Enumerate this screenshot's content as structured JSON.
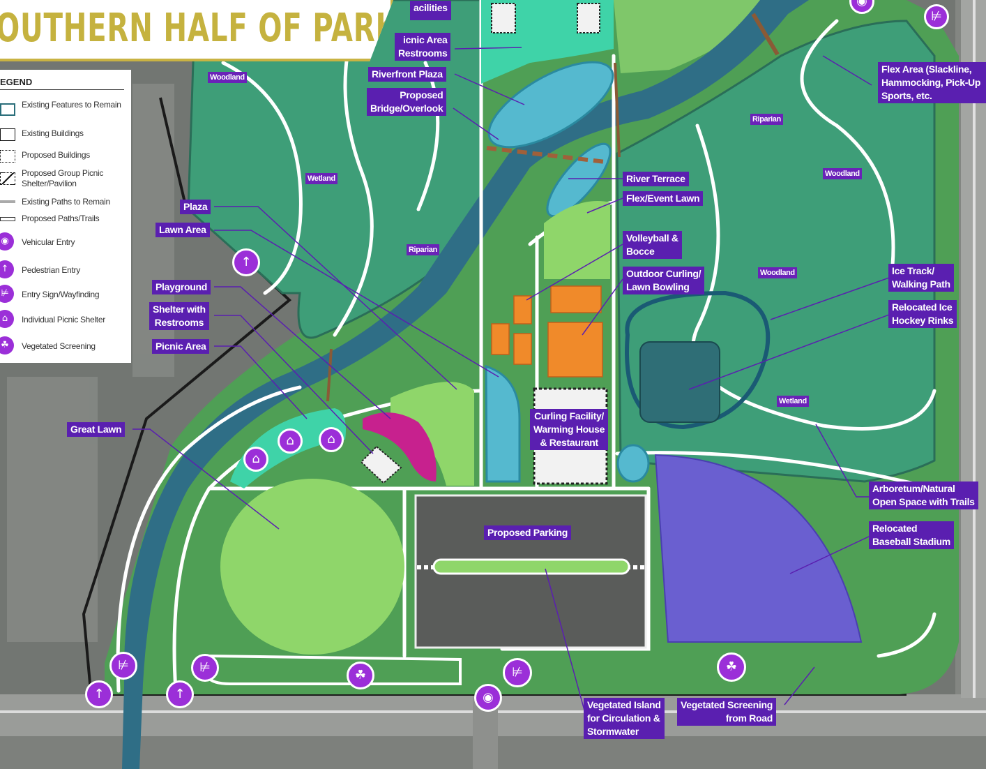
{
  "title": "OUTHERN HALF OF PARK",
  "legend": {
    "heading": "EGEND",
    "items": [
      {
        "label": "Existing Features to Remain",
        "icon": "outline-box-icon"
      },
      {
        "label": "Existing Buildings",
        "icon": "black-box-icon"
      },
      {
        "label": "Proposed Buildings",
        "icon": "dotted-box-icon"
      },
      {
        "label": "Proposed Group Picnic Shelter/Pavilion",
        "icon": "pavilion-icon"
      },
      {
        "label": "Existing Paths to Remain",
        "icon": "gray-line-icon"
      },
      {
        "label": "Proposed Paths/Trails",
        "icon": "white-line-icon"
      },
      {
        "label": "Vehicular Entry",
        "icon": "car-icon"
      },
      {
        "label": "Pedestrian Entry",
        "icon": "walker-icon"
      },
      {
        "label": "Entry Sign/Wayfinding",
        "icon": "signpost-icon"
      },
      {
        "label": "Individual Picnic Shelter",
        "icon": "picnic-shelter-icon"
      },
      {
        "label": "Vegetated Screening",
        "icon": "vegetation-icon"
      }
    ]
  },
  "callouts": {
    "facilities": "acilities",
    "picnic_area_restrooms": [
      "icnic Area",
      "Restrooms"
    ],
    "riverfront_plaza": "Riverfront Plaza",
    "proposed_bridge": [
      "Proposed",
      "Bridge/Overlook"
    ],
    "flex_area": [
      "Flex Area (Slackline,",
      "Hammocking, Pick-Up",
      "Sports, etc."
    ],
    "river_terrace": "River Terrace",
    "flex_event_lawn": "Flex/Event Lawn",
    "volleyball": [
      "Volleyball &",
      "Bocce"
    ],
    "outdoor_curling": [
      "Outdoor Curling/",
      "Lawn Bowling"
    ],
    "ice_track": [
      "Ice Track/",
      "Walking Path"
    ],
    "relocated_ice": [
      "Relocated Ice",
      "Hockey Rinks"
    ],
    "plaza": "Plaza",
    "lawn_area": "Lawn Area",
    "playground": "Playground",
    "shelter_restrooms": [
      "Shelter with",
      "Restrooms"
    ],
    "picnic_area": "Picnic Area",
    "great_lawn": "Great Lawn",
    "curling_facility": [
      "Curling Facility/",
      "Warming House",
      "& Restaurant"
    ],
    "arboretum": [
      "Arboretum/Natural",
      "Open Space with Trails"
    ],
    "relocated_baseball": [
      "Relocated",
      "Baseball Stadium"
    ],
    "proposed_parking": "Proposed Parking",
    "vegetated_island": [
      "Vegetated Island",
      "for Circulation &",
      "Stormwater"
    ],
    "vegetated_screening": [
      "Vegetated Screening",
      "from Road"
    ]
  },
  "habitat_tags": {
    "woodland_nw": "Woodland",
    "wetland_w": "Wetland",
    "riparian_w": "Riparian",
    "riparian_e": "Riparian",
    "woodland_ne": "Woodland",
    "woodland_e": "Woodland",
    "wetland_e": "Wetland"
  },
  "colors": {
    "title_gold": "#c5b23f",
    "callout_purple": "#5a1fb0",
    "icon_purple": "#9b2fd8",
    "habitat_green": "#3e9e78",
    "lawn_green": "#8fd66a",
    "river": "#2f6e86",
    "ice_blue": "#55b9cf",
    "sports_orange": "#f08a2a",
    "stadium_violet": "#6a5fd0"
  }
}
